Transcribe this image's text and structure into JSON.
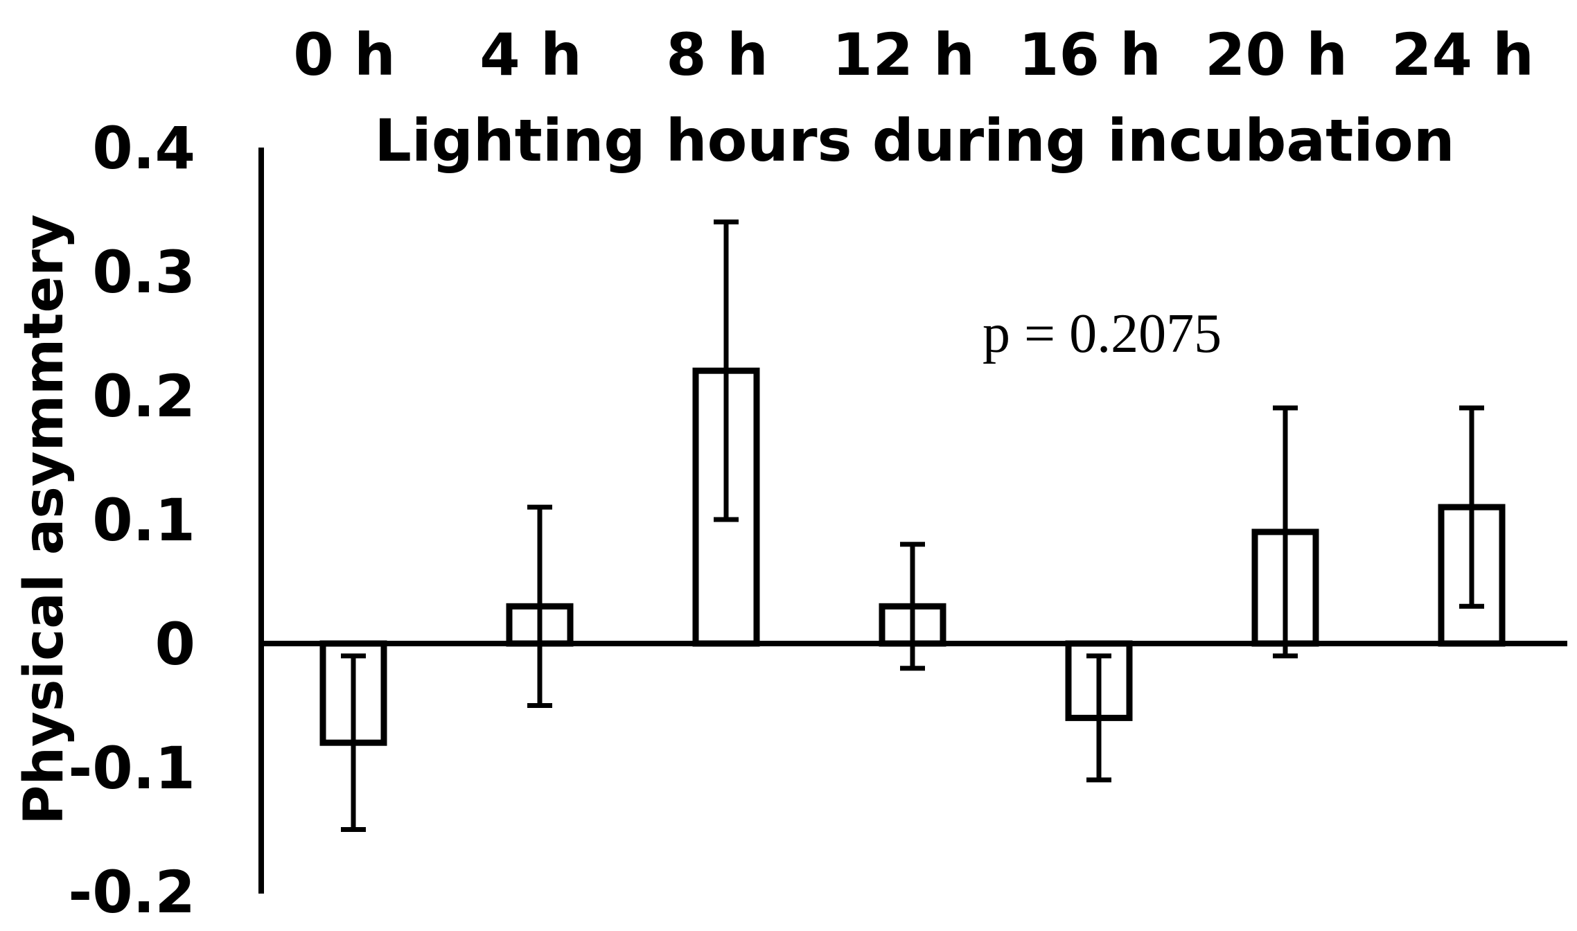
{
  "chart_data": {
    "type": "bar",
    "categories": [
      "0 h",
      "4 h",
      "8 h",
      "12 h",
      "16 h",
      "20 h",
      "24 h"
    ],
    "values": [
      -0.08,
      0.03,
      0.22,
      0.03,
      -0.06,
      0.09,
      0.11
    ],
    "error_low": [
      -0.15,
      -0.05,
      0.1,
      -0.02,
      -0.11,
      -0.01,
      0.03
    ],
    "error_high": [
      -0.01,
      0.11,
      0.34,
      0.08,
      -0.01,
      0.19,
      0.19
    ],
    "xlabel": "Lighting hours during incubation",
    "ylabel": "Physical asymmtery",
    "ylim": [
      -0.2,
      0.4
    ],
    "yticks": [
      "-0.2",
      "-0.1",
      "0",
      "0.1",
      "0.2",
      "0.3",
      "0.4"
    ],
    "ytick_values": [
      -0.2,
      -0.1,
      0,
      0.1,
      0.2,
      0.3,
      0.4
    ],
    "x_tick_position": "top",
    "annotation": "p = 0.2075",
    "bar_fill": "#ffffff",
    "bar_stroke": "#000000",
    "grid": false
  }
}
